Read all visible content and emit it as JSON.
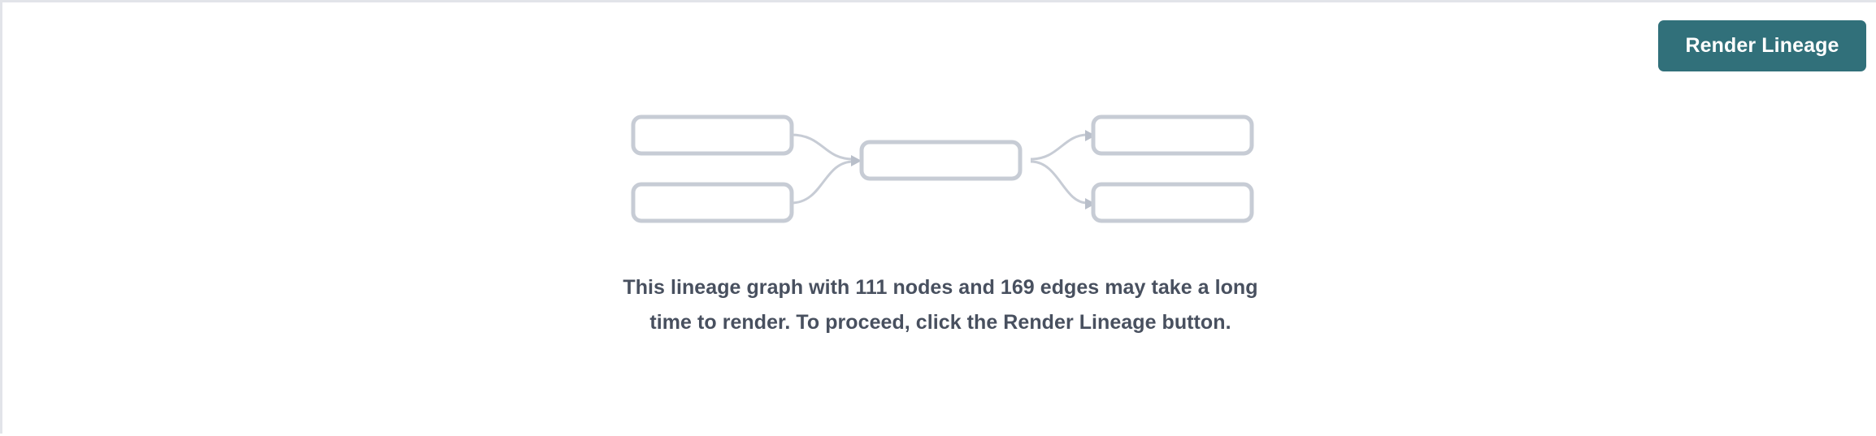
{
  "panel": {
    "background_color": "#ffffff",
    "border_color": "#e2e4e9"
  },
  "action_bar": {
    "render_button": {
      "label": "Render Lineage",
      "background_color": "#31707a",
      "text_color": "#ffffff"
    }
  },
  "lineage_placeholder": {
    "node_stroke_color": "#c7ccd5",
    "node_fill_color": "#ffffff",
    "edge_color": "#c7ccd5",
    "nodes": [
      {
        "id": "upstream-1",
        "label": "",
        "column": "left",
        "row": "top"
      },
      {
        "id": "upstream-2",
        "label": "",
        "column": "left",
        "row": "bottom"
      },
      {
        "id": "focus",
        "label": "",
        "column": "center",
        "row": "middle"
      },
      {
        "id": "downstream-1",
        "label": "",
        "column": "right",
        "row": "top"
      },
      {
        "id": "downstream-2",
        "label": "",
        "column": "right",
        "row": "bottom"
      }
    ],
    "edges": [
      {
        "from": "upstream-1",
        "to": "focus"
      },
      {
        "from": "upstream-2",
        "to": "focus"
      },
      {
        "from": "focus",
        "to": "downstream-1"
      },
      {
        "from": "focus",
        "to": "downstream-2"
      }
    ]
  },
  "message": {
    "text": "This lineage graph with 111 nodes and 169 edges may take a long time to render. To proceed, click the Render Lineage button.",
    "node_count": "111",
    "edge_count": "169",
    "text_color": "#48505f"
  }
}
